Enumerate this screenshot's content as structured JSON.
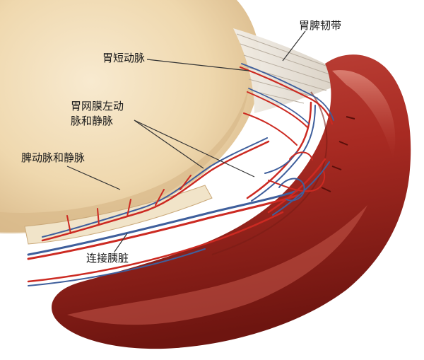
{
  "labels": {
    "gastrosplenic_ligament": "胃脾韧带",
    "short_gastric_artery": "胃短动脉",
    "gastroepiploic_line1": "胃网膜左动",
    "gastroepiploic_line2": "脉和静脉",
    "splenic_vessels": "脾动脉和静脉",
    "pancreas_connection": "连接胰脏"
  },
  "colors": {
    "stomach": "#efd8ae",
    "stomach_shadow": "#d9b98a",
    "spleen": "#a82a22",
    "spleen_dark": "#6e1510",
    "spleen_highlight": "#d2665a",
    "artery": "#cc2a22",
    "vein": "#3f5f9c",
    "leader_line": "#333333",
    "ligament": "#e9e3d9"
  }
}
